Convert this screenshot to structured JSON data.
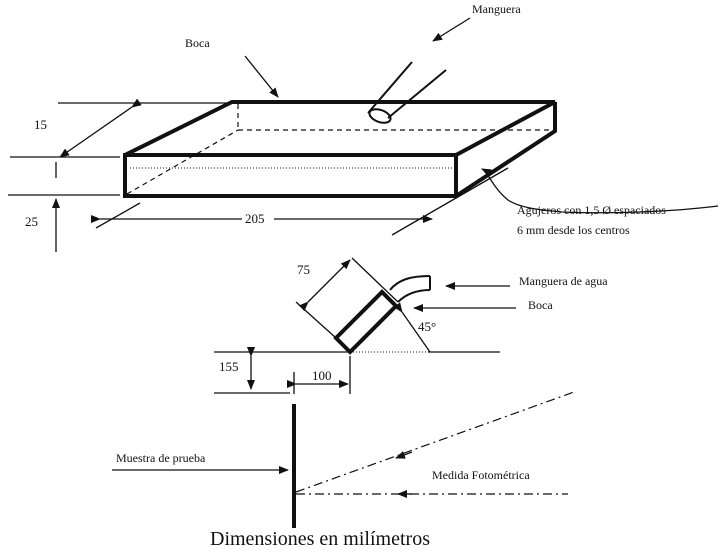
{
  "labels": {
    "manguera": "Manguera",
    "boca_top": "Boca",
    "agujeros_line1": "Agujeros con 1,5  Ø espaciados",
    "agujeros_line2": "6 mm desde los centros",
    "manguera_agua": "Manguera de agua",
    "boca_side": "Boca",
    "angle": "45°",
    "muestra": "Muestra de prueba",
    "medida": "Medida Fotométrica"
  },
  "dimensions": {
    "d15": "15",
    "d25": "25",
    "d205": "205",
    "d75": "75",
    "d155": "155",
    "d100": "100"
  },
  "caption": "Dimensiones en milímetros"
}
